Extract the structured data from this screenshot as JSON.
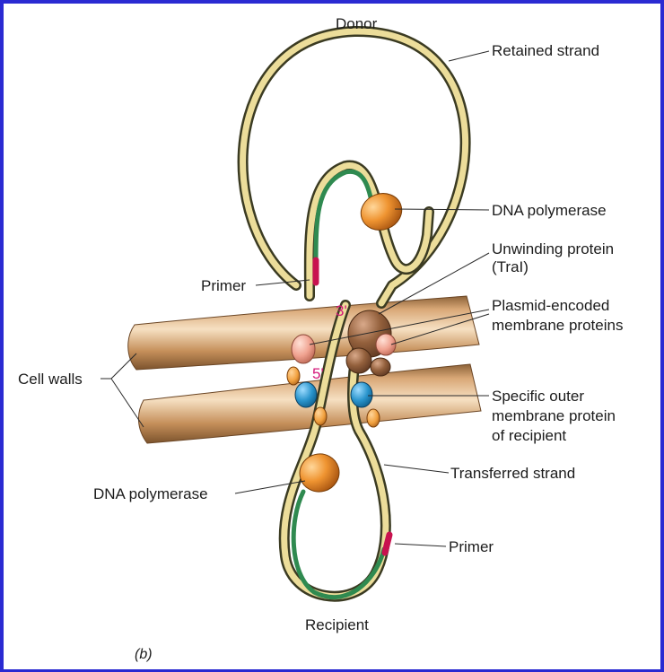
{
  "labels": {
    "donor": "Donor",
    "retained_strand": "Retained strand",
    "dna_polymerase_top": "DNA polymerase",
    "unwinding_protein_line1": "Unwinding protein",
    "unwinding_protein_line2": "(TraI)",
    "primer_top": "Primer",
    "plasmid_proteins_line1": "Plasmid-encoded",
    "plasmid_proteins_line2": "membrane proteins",
    "three_prime": "3'",
    "five_prime": "5'",
    "cell_walls": "Cell walls",
    "outer_protein_line1": "Specific outer",
    "outer_protein_line2": "membrane protein",
    "outer_protein_line3": "of recipient",
    "transferred_strand": "Transferred strand",
    "dna_polymerase_bottom": "DNA polymerase",
    "primer_bottom": "Primer",
    "recipient": "Recipient",
    "panel": "(b)"
  },
  "colors": {
    "frame": "#2a2ad2",
    "strand_outline": "#3b3b22",
    "strand_fill": "#ecdd9a",
    "new_strand": "#2f8a50",
    "primer": "#c8124f",
    "polymerase": "#e68a26",
    "unwinding_protein": "#8a5a3a",
    "plasmid_protein": "#ee9f8c",
    "outer_protein": "#2590c8",
    "cell_wall": "#c9955e",
    "end_labels": "#d4187a"
  }
}
